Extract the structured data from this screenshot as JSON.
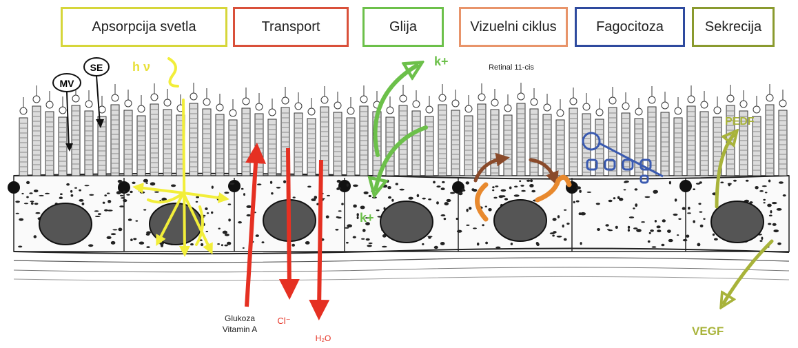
{
  "functions": {
    "absorption": {
      "label": "Apsorpcija svetla",
      "color": "#d6d63a"
    },
    "transport": {
      "label": "Transport",
      "color": "#d9503a"
    },
    "glia": {
      "label": "Glija",
      "color": "#6cc04a"
    },
    "visual_cycle": {
      "label": "Vizuelni ciklus",
      "color": "#e8946a"
    },
    "phagocytosis": {
      "label": "Fagocitoza",
      "color": "#2e4a9e"
    },
    "secretion": {
      "label": "Sekrecija",
      "color": "#8a9a2e"
    }
  },
  "markers": {
    "mv": "MV",
    "se": "SE"
  },
  "labels": {
    "light": "h ν",
    "k_top": "k+",
    "k_bottom": "k+",
    "retinal": "Retinal 11-cis",
    "glucose": "Glukoza",
    "vitamin_a": "Vitamin A",
    "chloride": "Cl⁻",
    "water": "H₂O",
    "pedf": "PEDF",
    "vegf": "VEGF"
  },
  "colors": {
    "transport_arrow": "#e53022",
    "light_arrow": "#f2ee3a",
    "glia_arrow": "#6cc04a",
    "orange": "#e8892e",
    "brown": "#8a4a2a",
    "phago": "#3a5ab0",
    "secretion": "#a8b33a"
  }
}
